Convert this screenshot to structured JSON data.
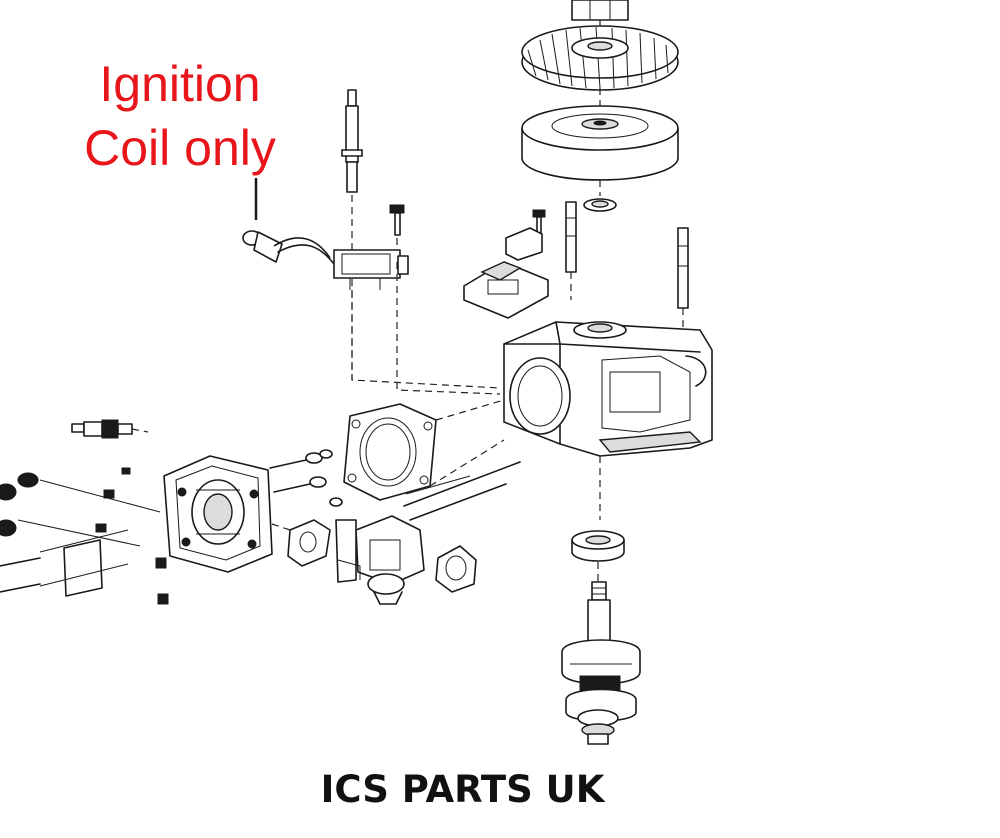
{
  "callout": {
    "line1": "Ignition",
    "line2": "Coil only"
  },
  "footer": {
    "brand": "ICS PARTS UK"
  },
  "colors": {
    "callout_red": "#e8161b",
    "line_art": "#1a1a1a",
    "background": "#ffffff"
  }
}
